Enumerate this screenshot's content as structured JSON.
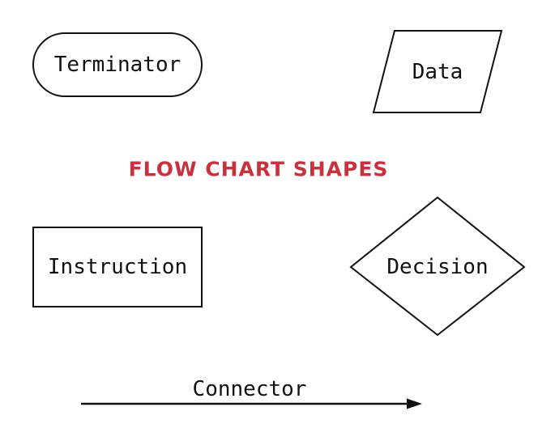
{
  "title": {
    "text": "FLOW CHART SHAPES",
    "color": "#C5333F"
  },
  "shapes": [
    {
      "type": "stadium",
      "label": "Terminator"
    },
    {
      "type": "parallelogram",
      "label": "Data"
    },
    {
      "type": "rectangle",
      "label": "Instruction"
    },
    {
      "type": "diamond",
      "label": "Decision"
    },
    {
      "type": "arrow",
      "label": "Connector"
    }
  ],
  "colors": {
    "stroke": "#111111",
    "label_text": "#111111",
    "title_text": "#C5333F",
    "background": "#FFFFFF"
  }
}
